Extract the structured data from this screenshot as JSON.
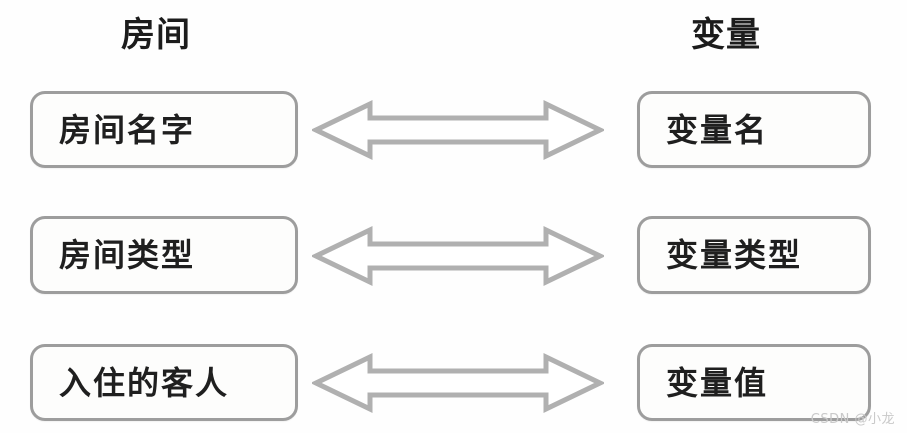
{
  "columns": {
    "left_header": "房间",
    "right_header": "变量"
  },
  "rows": [
    {
      "left": "房间名字",
      "right": "变量名",
      "arrow": "double-headed-arrow"
    },
    {
      "left": "房间类型",
      "right": "变量类型",
      "arrow": "double-headed-arrow"
    },
    {
      "left": "入住的客人",
      "right": "变量值",
      "arrow": "double-headed-arrow"
    }
  ],
  "watermark": "CSDN @小龙",
  "colors": {
    "background": "#fefefe",
    "box_fill": "#fdfdfc",
    "box_border": "#9d9d9d",
    "text": "#1f1f1f",
    "header_text": "#1c1c1c",
    "arrow_stroke": "#b0b0b0",
    "arrow_fill": "#ffffff",
    "watermark": "#c9c9c9"
  }
}
